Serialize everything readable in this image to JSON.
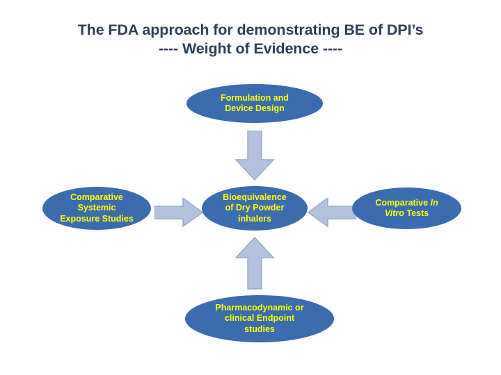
{
  "title": {
    "line1": "The FDA approach for demonstrating BE of DPI’s",
    "line2": "---- Weight of Evidence ----",
    "color": "#2b3f5c"
  },
  "colors": {
    "node_fill": "#3b6cb0",
    "node_text": "#ffff00",
    "arrow_fill": "#b2c2de",
    "arrow_stroke": "#93a9cd",
    "background": "#ffffff"
  },
  "diagram": {
    "type": "hub-and-spoke",
    "nodes": [
      {
        "id": "formulation",
        "position": "top",
        "lines": [
          "Formulation and",
          "Device Design"
        ],
        "text": "Formulation and Device Design"
      },
      {
        "id": "systemic",
        "position": "left",
        "lines": [
          "Comparative",
          "Systemic",
          "Exposure Studies"
        ],
        "text": "Comparative Systemic Exposure Studies"
      },
      {
        "id": "center",
        "position": "center",
        "lines": [
          "Bioequivalence",
          "of Dry Powder",
          "inhalers"
        ],
        "text": "Bioequivalence of Dry Powder inhalers"
      },
      {
        "id": "invitro",
        "position": "right",
        "line1_prefix": "Comparative ",
        "line1_italic": "In",
        "line2_italic": "Vitro",
        "line2_suffix": " Tests",
        "text": "Comparative In Vitro Tests"
      },
      {
        "id": "pharmacodynamic",
        "position": "bottom",
        "lines": [
          "Pharmacodynamic or",
          "clinical Endpoint",
          "studies"
        ],
        "text": "Pharmacodynamic or clinical Endpoint studies"
      }
    ],
    "arrows": [
      {
        "id": "arrow-down",
        "direction": "down",
        "from": "formulation",
        "to": "center"
      },
      {
        "id": "arrow-right",
        "direction": "right",
        "from": "systemic",
        "to": "center"
      },
      {
        "id": "arrow-left",
        "direction": "left",
        "from": "invitro",
        "to": "center"
      },
      {
        "id": "arrow-up",
        "direction": "up",
        "from": "pharmacodynamic",
        "to": "center"
      }
    ]
  }
}
